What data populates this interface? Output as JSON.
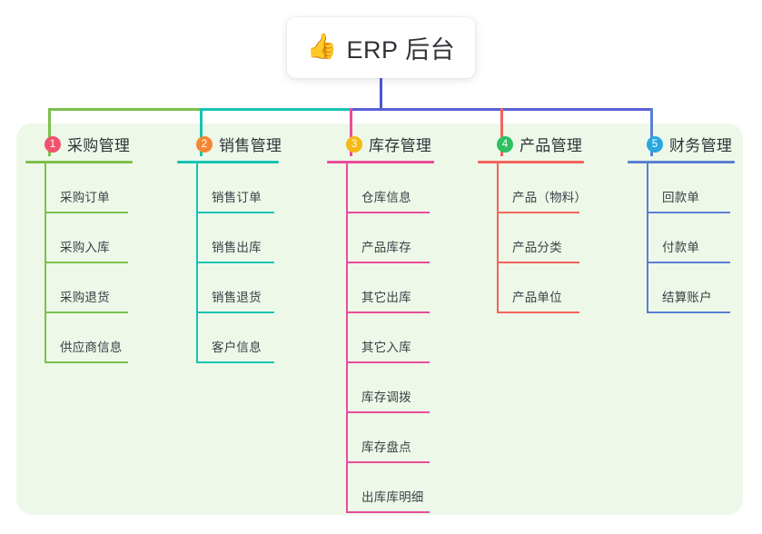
{
  "diagram": {
    "type": "mind-map",
    "root": {
      "icon": "thumbs-up-emoji",
      "icon_glyph": "👍",
      "label": "ERP 后台"
    },
    "branches": [
      {
        "index": "1",
        "title": "采购管理",
        "badge_color": "#f2526e",
        "line_color": "#7cc04c",
        "items": [
          "采购订单",
          "采购入库",
          "采购退货",
          "供应商信息"
        ]
      },
      {
        "index": "2",
        "title": "销售管理",
        "badge_color": "#f58634",
        "line_color": "#16c4b4",
        "items": [
          "销售订单",
          "销售出库",
          "销售退货",
          "客户信息"
        ]
      },
      {
        "index": "3",
        "title": "库存管理",
        "badge_color": "#f5b915",
        "line_color": "#ea4c9a",
        "items": [
          "仓库信息",
          "产品库存",
          "其它出库",
          "其它入库",
          "库存调拨",
          "库存盘点",
          "出库库明细"
        ]
      },
      {
        "index": "4",
        "title": "产品管理",
        "badge_color": "#2ec060",
        "line_color": "#f4645c",
        "items": [
          "产品（物料）",
          "产品分类",
          "产品单位"
        ]
      },
      {
        "index": "5",
        "title": "财务管理",
        "badge_color": "#29a8e0",
        "line_color": "#5b7fd4",
        "items": [
          "回款单",
          "付款单",
          "结算账户"
        ]
      }
    ],
    "bus_segments": [
      {
        "name": "bus-green",
        "color": "#7cc04c"
      },
      {
        "name": "bus-teal",
        "color": "#16c4b4"
      },
      {
        "name": "bus-blue",
        "color": "#5b5fd4"
      }
    ],
    "trunk": {
      "name": "root-trunk",
      "color": "#4a56c9"
    },
    "canvas_color": "#eef8e9",
    "background_color": "#ffffff"
  }
}
